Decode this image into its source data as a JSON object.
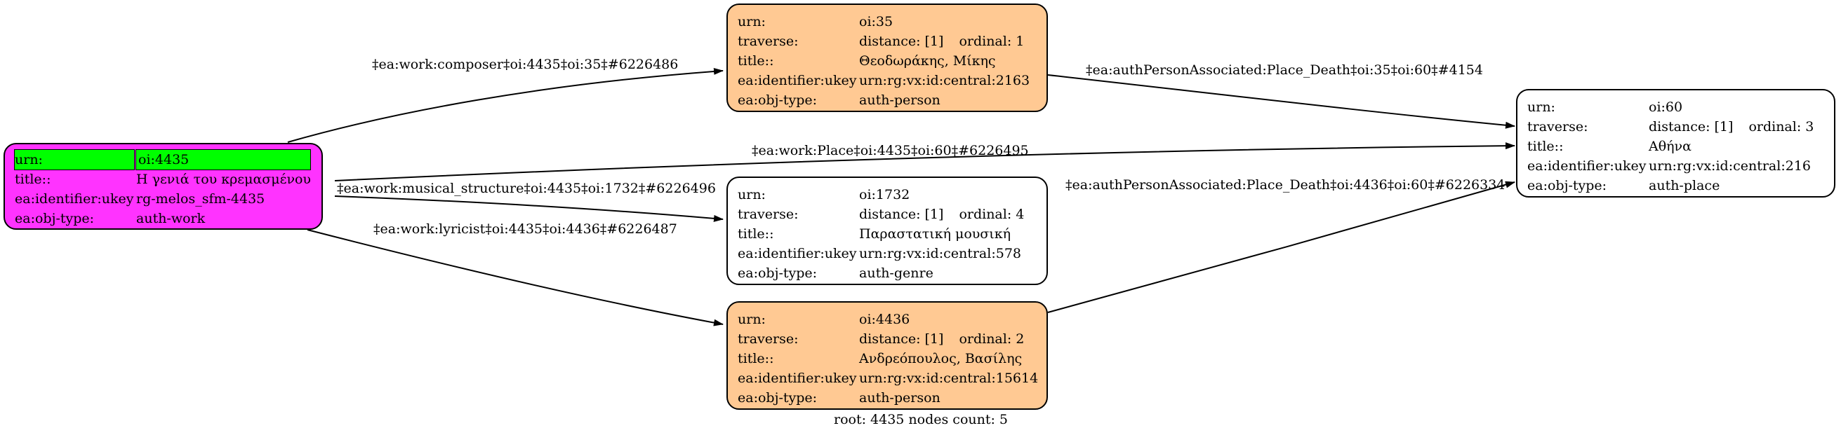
{
  "nodes": {
    "root": {
      "rows": [
        {
          "key": "urn:",
          "value": "oi:4435"
        },
        {
          "key": "title::",
          "value": "Η γενιά του κρεμασμένου"
        },
        {
          "key": "ea:identifier:ukey",
          "value": "rg-melos_sfm-4435"
        },
        {
          "key": "ea:obj-type:",
          "value": "auth-work"
        }
      ],
      "fill": "#ff33ff",
      "highlight": "#00ff00"
    },
    "n35": {
      "urn": "oi:35",
      "distance": "distance: [1]",
      "ordinal": "ordinal: 1",
      "title": "Θεοδωράκης, Μίκης",
      "ukey": "urn:rg:vx:id:central:2163",
      "type": "auth-person",
      "fill": "#ffc993"
    },
    "n60": {
      "urn": "oi:60",
      "distance": "distance: [1]",
      "ordinal": "ordinal: 3",
      "title": "Αθήνα",
      "ukey": "urn:rg:vx:id:central:216",
      "type": "auth-place"
    },
    "n1732": {
      "urn": "oi:1732",
      "distance": "distance: [1]",
      "ordinal": "ordinal: 4",
      "title": "Παραστατική μουσική",
      "ukey": "urn:rg:vx:id:central:578",
      "type": "auth-genre"
    },
    "n4436": {
      "urn": "oi:4436",
      "distance": "distance: [1]",
      "ordinal": "ordinal: 2",
      "title": "Ανδρεόπουλος, Βασίλης",
      "ukey": "urn:rg:vx:id:central:15614",
      "type": "auth-person",
      "fill": "#ffc993"
    }
  },
  "keys": {
    "urn": "urn:",
    "traverse": "traverse:",
    "title": "title::",
    "ukey": "ea:identifier:ukey",
    "type": "ea:obj-type:"
  },
  "edges": {
    "composer": "‡ea:work:composer‡oi:4435‡oi:35‡#6226486",
    "place": "‡ea:work:Place‡oi:4435‡oi:60‡#6226495",
    "musical_structure": "‡ea:work:musical_structure‡oi:4435‡oi:1732‡#6226496",
    "lyricist": "‡ea:work:lyricist‡oi:4435‡oi:4436‡#6226487",
    "death_35": "‡ea:authPersonAssociated:Place_Death‡oi:35‡oi:60‡#4154",
    "death_4436": "‡ea:authPersonAssociated:Place_Death‡oi:4436‡oi:60‡#6226334"
  },
  "footer": "root: 4435 nodes count: 5"
}
